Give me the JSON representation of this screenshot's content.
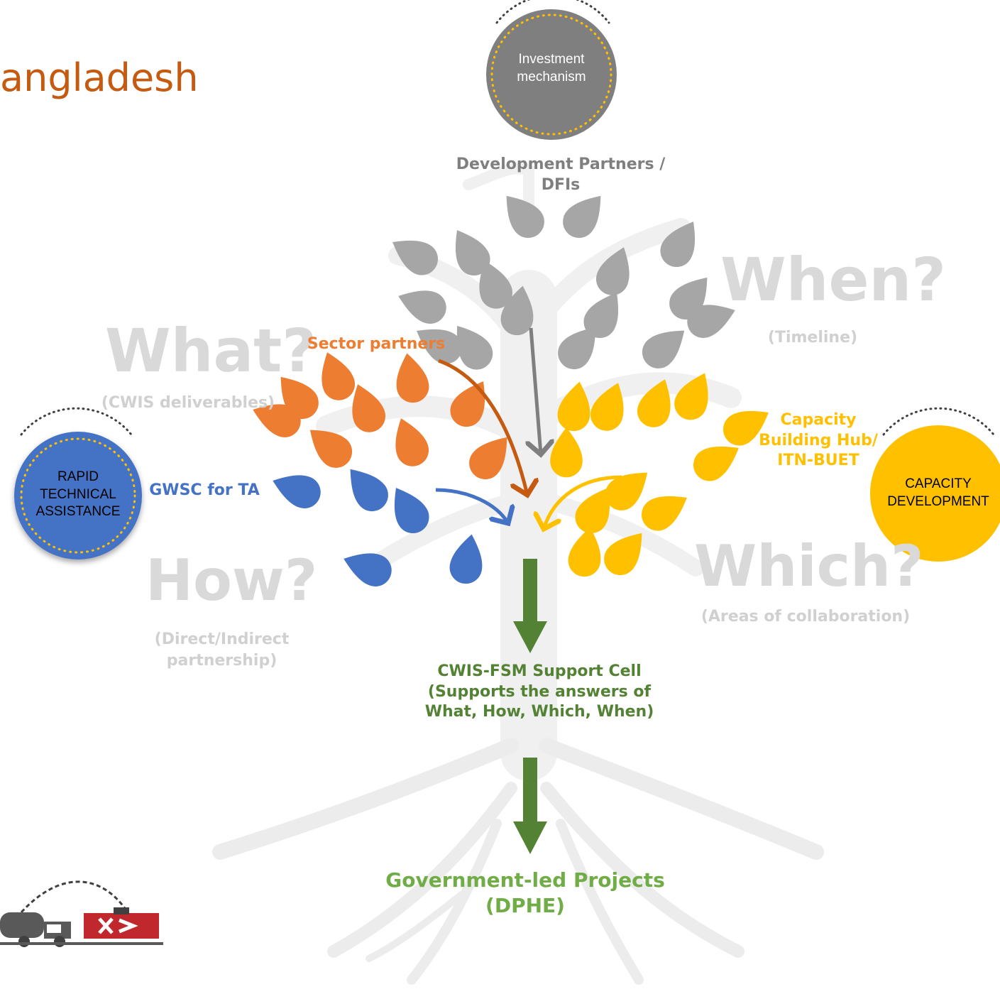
{
  "title": "angladesh",
  "investment_circle": {
    "line1": "Investment",
    "line2": "mechanism",
    "color": "#7f7f7f"
  },
  "rapid_ta_circle": {
    "line1": "RAPID",
    "line2": "TECHNICAL",
    "line3": "ASSISTANCE",
    "color": "#4472c4"
  },
  "capacity_circle": {
    "line1": "CAPACITY",
    "line2": "DEVELOPMENT",
    "color": "#ffc000"
  },
  "labels": {
    "dev_partners_1": "Development Partners /",
    "dev_partners_2": "DFIs",
    "sector_partners": "Sector partners",
    "gwsc": "GWSC for TA",
    "cap_hub_1": "Capacity",
    "cap_hub_2": "Building Hub/",
    "cap_hub_3": "ITN-BUET",
    "support_cell_1": "CWIS-FSM Support Cell",
    "support_cell_2": "(Supports the answers of",
    "support_cell_3": "What, How, Which, When)",
    "gov_1": "Government-led Projects",
    "gov_2": "(DPHE)"
  },
  "questions": {
    "what": "What?",
    "what_sub": "(CWIS deliverables)",
    "when": "When?",
    "when_sub": "(Timeline)",
    "how": "How?",
    "how_sub_1": "(Direct/Indirect",
    "how_sub_2": "partnership)",
    "which": "Which?",
    "which_sub": "(Areas of collaboration)"
  },
  "colors": {
    "gray_leaf": "#a6a6a6",
    "orange_leaf": "#ed7d31",
    "blue_leaf": "#4472c4",
    "yellow_leaf": "#ffc000",
    "green_arrow": "#548235",
    "tree": "#f0f0f0",
    "title": "#c55a11"
  }
}
